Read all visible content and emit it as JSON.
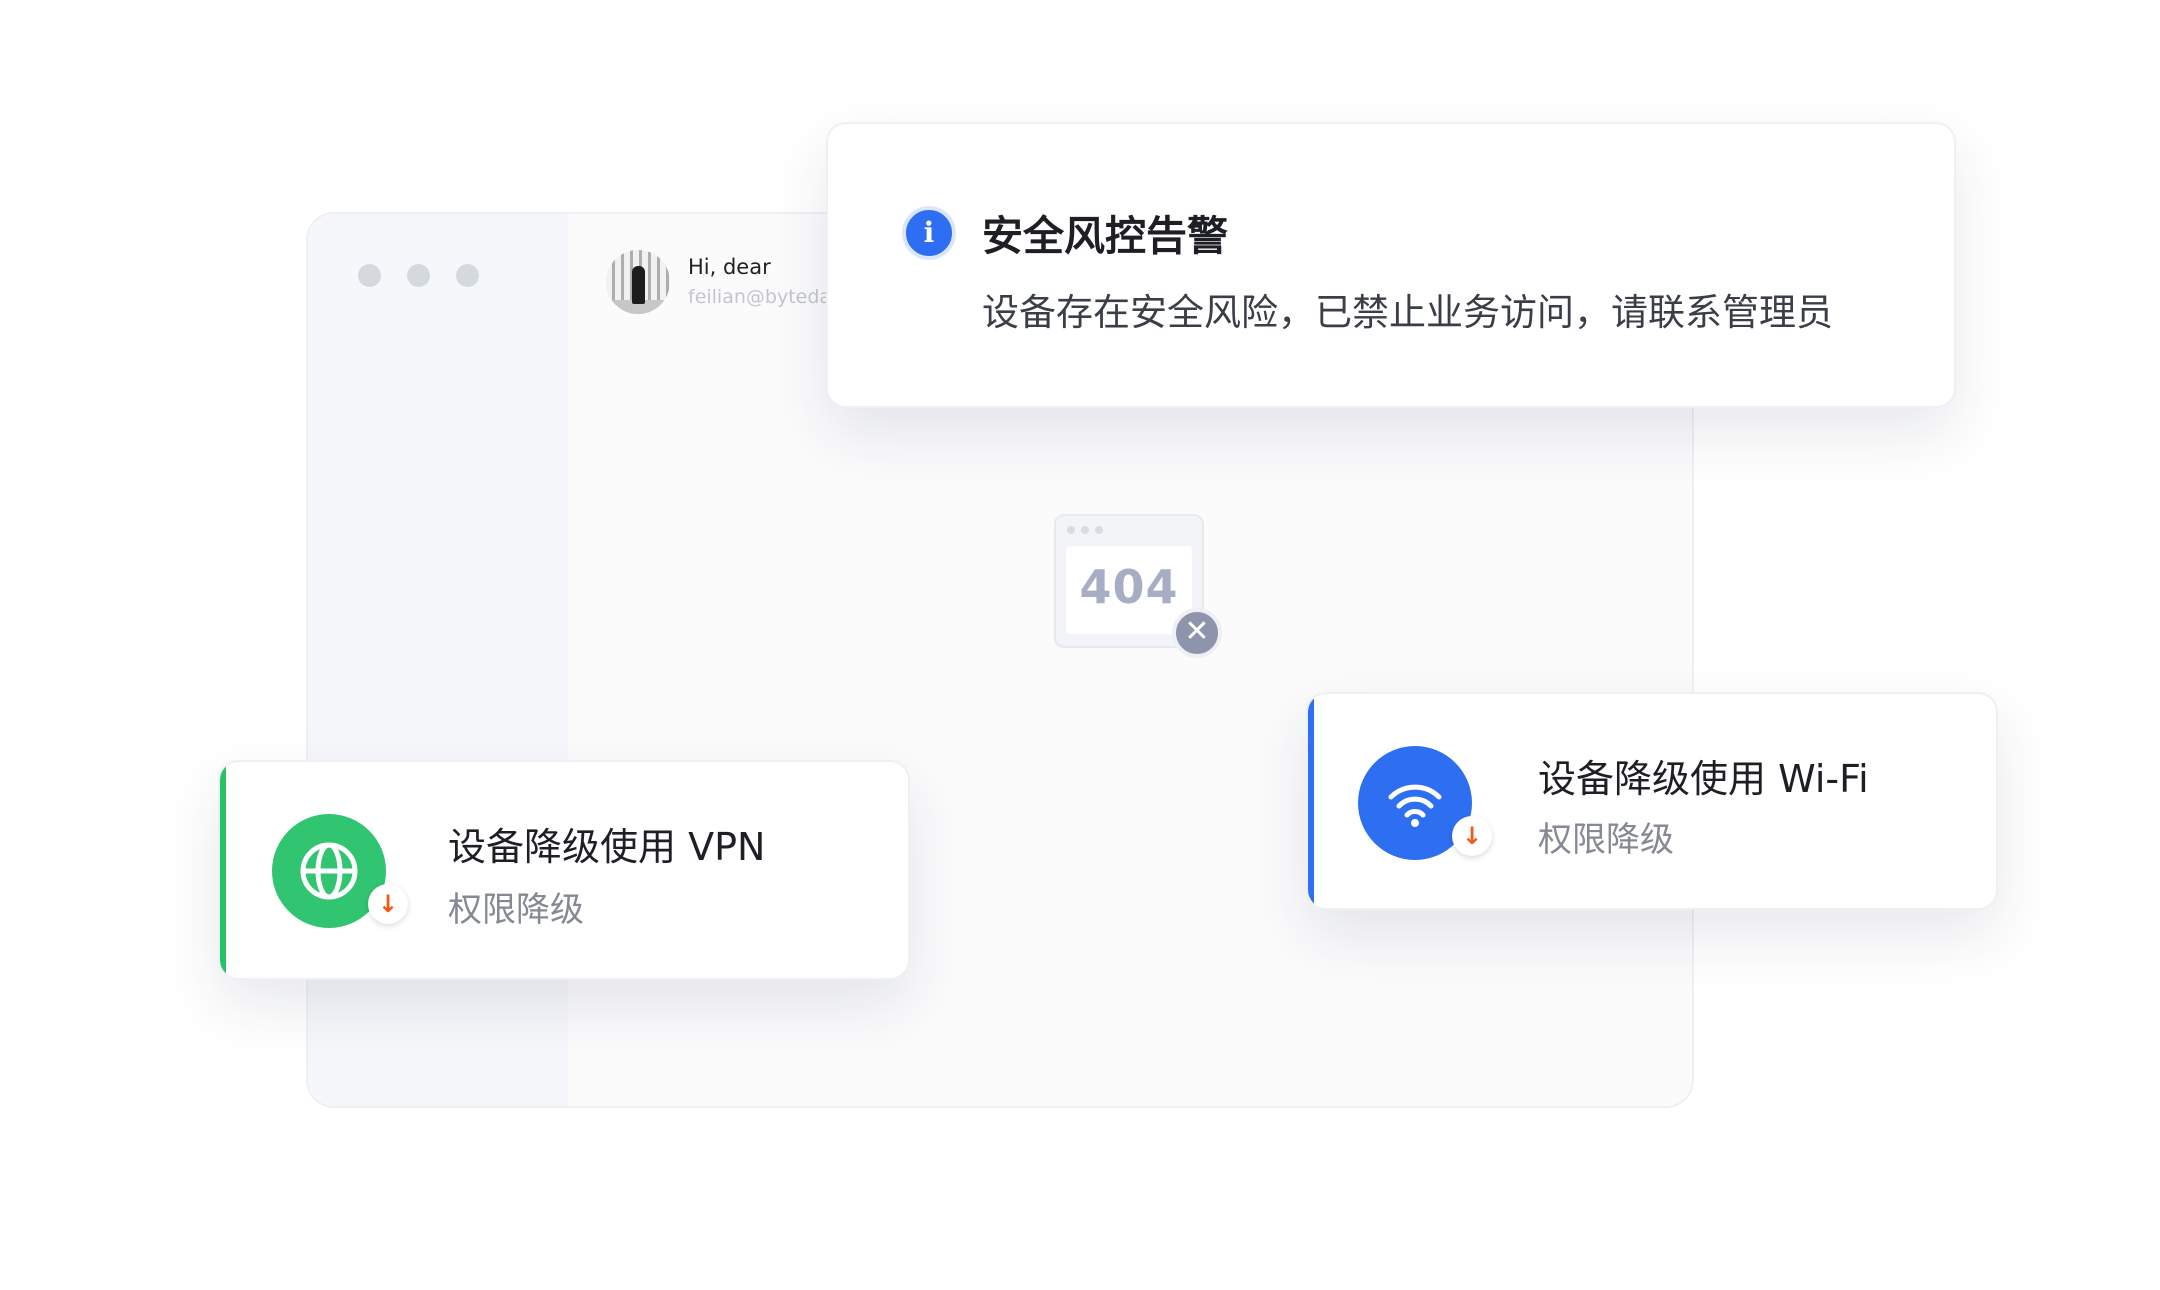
{
  "user": {
    "greeting": "Hi, dear",
    "email": "feilian@byteda"
  },
  "error_page": {
    "code": "404"
  },
  "alert": {
    "title": "安全风控告警",
    "message": "设备存在安全风险，已禁止业务访问，请联系管理员",
    "icon": "info-icon",
    "color": "#2d6ef2"
  },
  "vpn_card": {
    "title": "设备降级使用 VPN",
    "subtitle": "权限降级",
    "icon": "globe-icon",
    "color": "#27c168"
  },
  "wifi_card": {
    "title": "设备降级使用 Wi-Fi",
    "subtitle": "权限降级",
    "icon": "wifi-icon",
    "color": "#2f6ff3"
  },
  "colors": {
    "downgrade_arrow": "#f25a1a"
  }
}
